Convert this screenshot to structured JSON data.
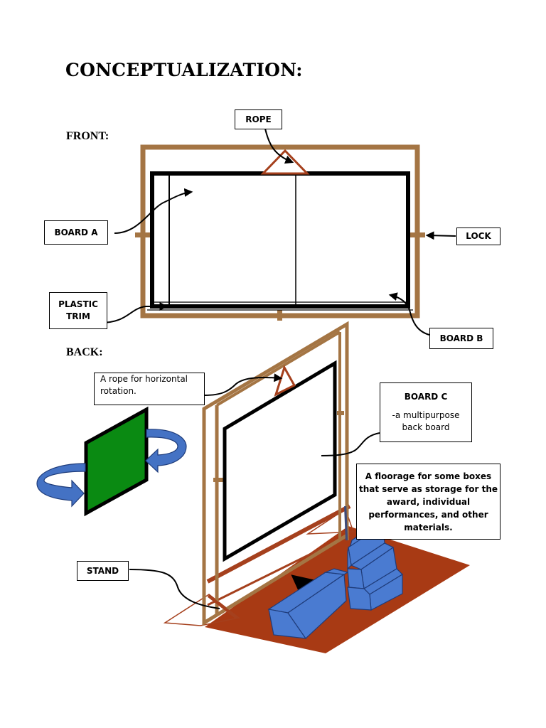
{
  "heading": "CONCEPTUALIZATION:",
  "sections": {
    "front": "FRONT:",
    "back": "BACK:"
  },
  "labels": {
    "rope": "ROPE",
    "board_a": "BOARD A",
    "lock": "LOCK",
    "plastic_trim_1": "PLASTIC",
    "plastic_trim_2": "TRIM",
    "board_b": "BOARD B",
    "rope_rotation_1": "A rope for horizontal",
    "rope_rotation_2": "rotation.",
    "board_c_title": "BOARD C",
    "board_c_desc_1": "-a multipurpose",
    "board_c_desc_2": "back board",
    "floorage_1": "A floorage for some boxes",
    "floorage_2": "that serve as storage for the",
    "floorage_3": "award, individual",
    "floorage_4": "performances, and other",
    "floorage_5": "materials.",
    "stand": "STAND"
  },
  "colors": {
    "wood_frame": "#a47544",
    "rope_triangle": "#a5401d",
    "floor": "#a83a14",
    "box_blue": "#4a7bd1",
    "rotation_arrow": "#4472c4",
    "green_board": "#0a8a12",
    "outline": "#000000"
  }
}
